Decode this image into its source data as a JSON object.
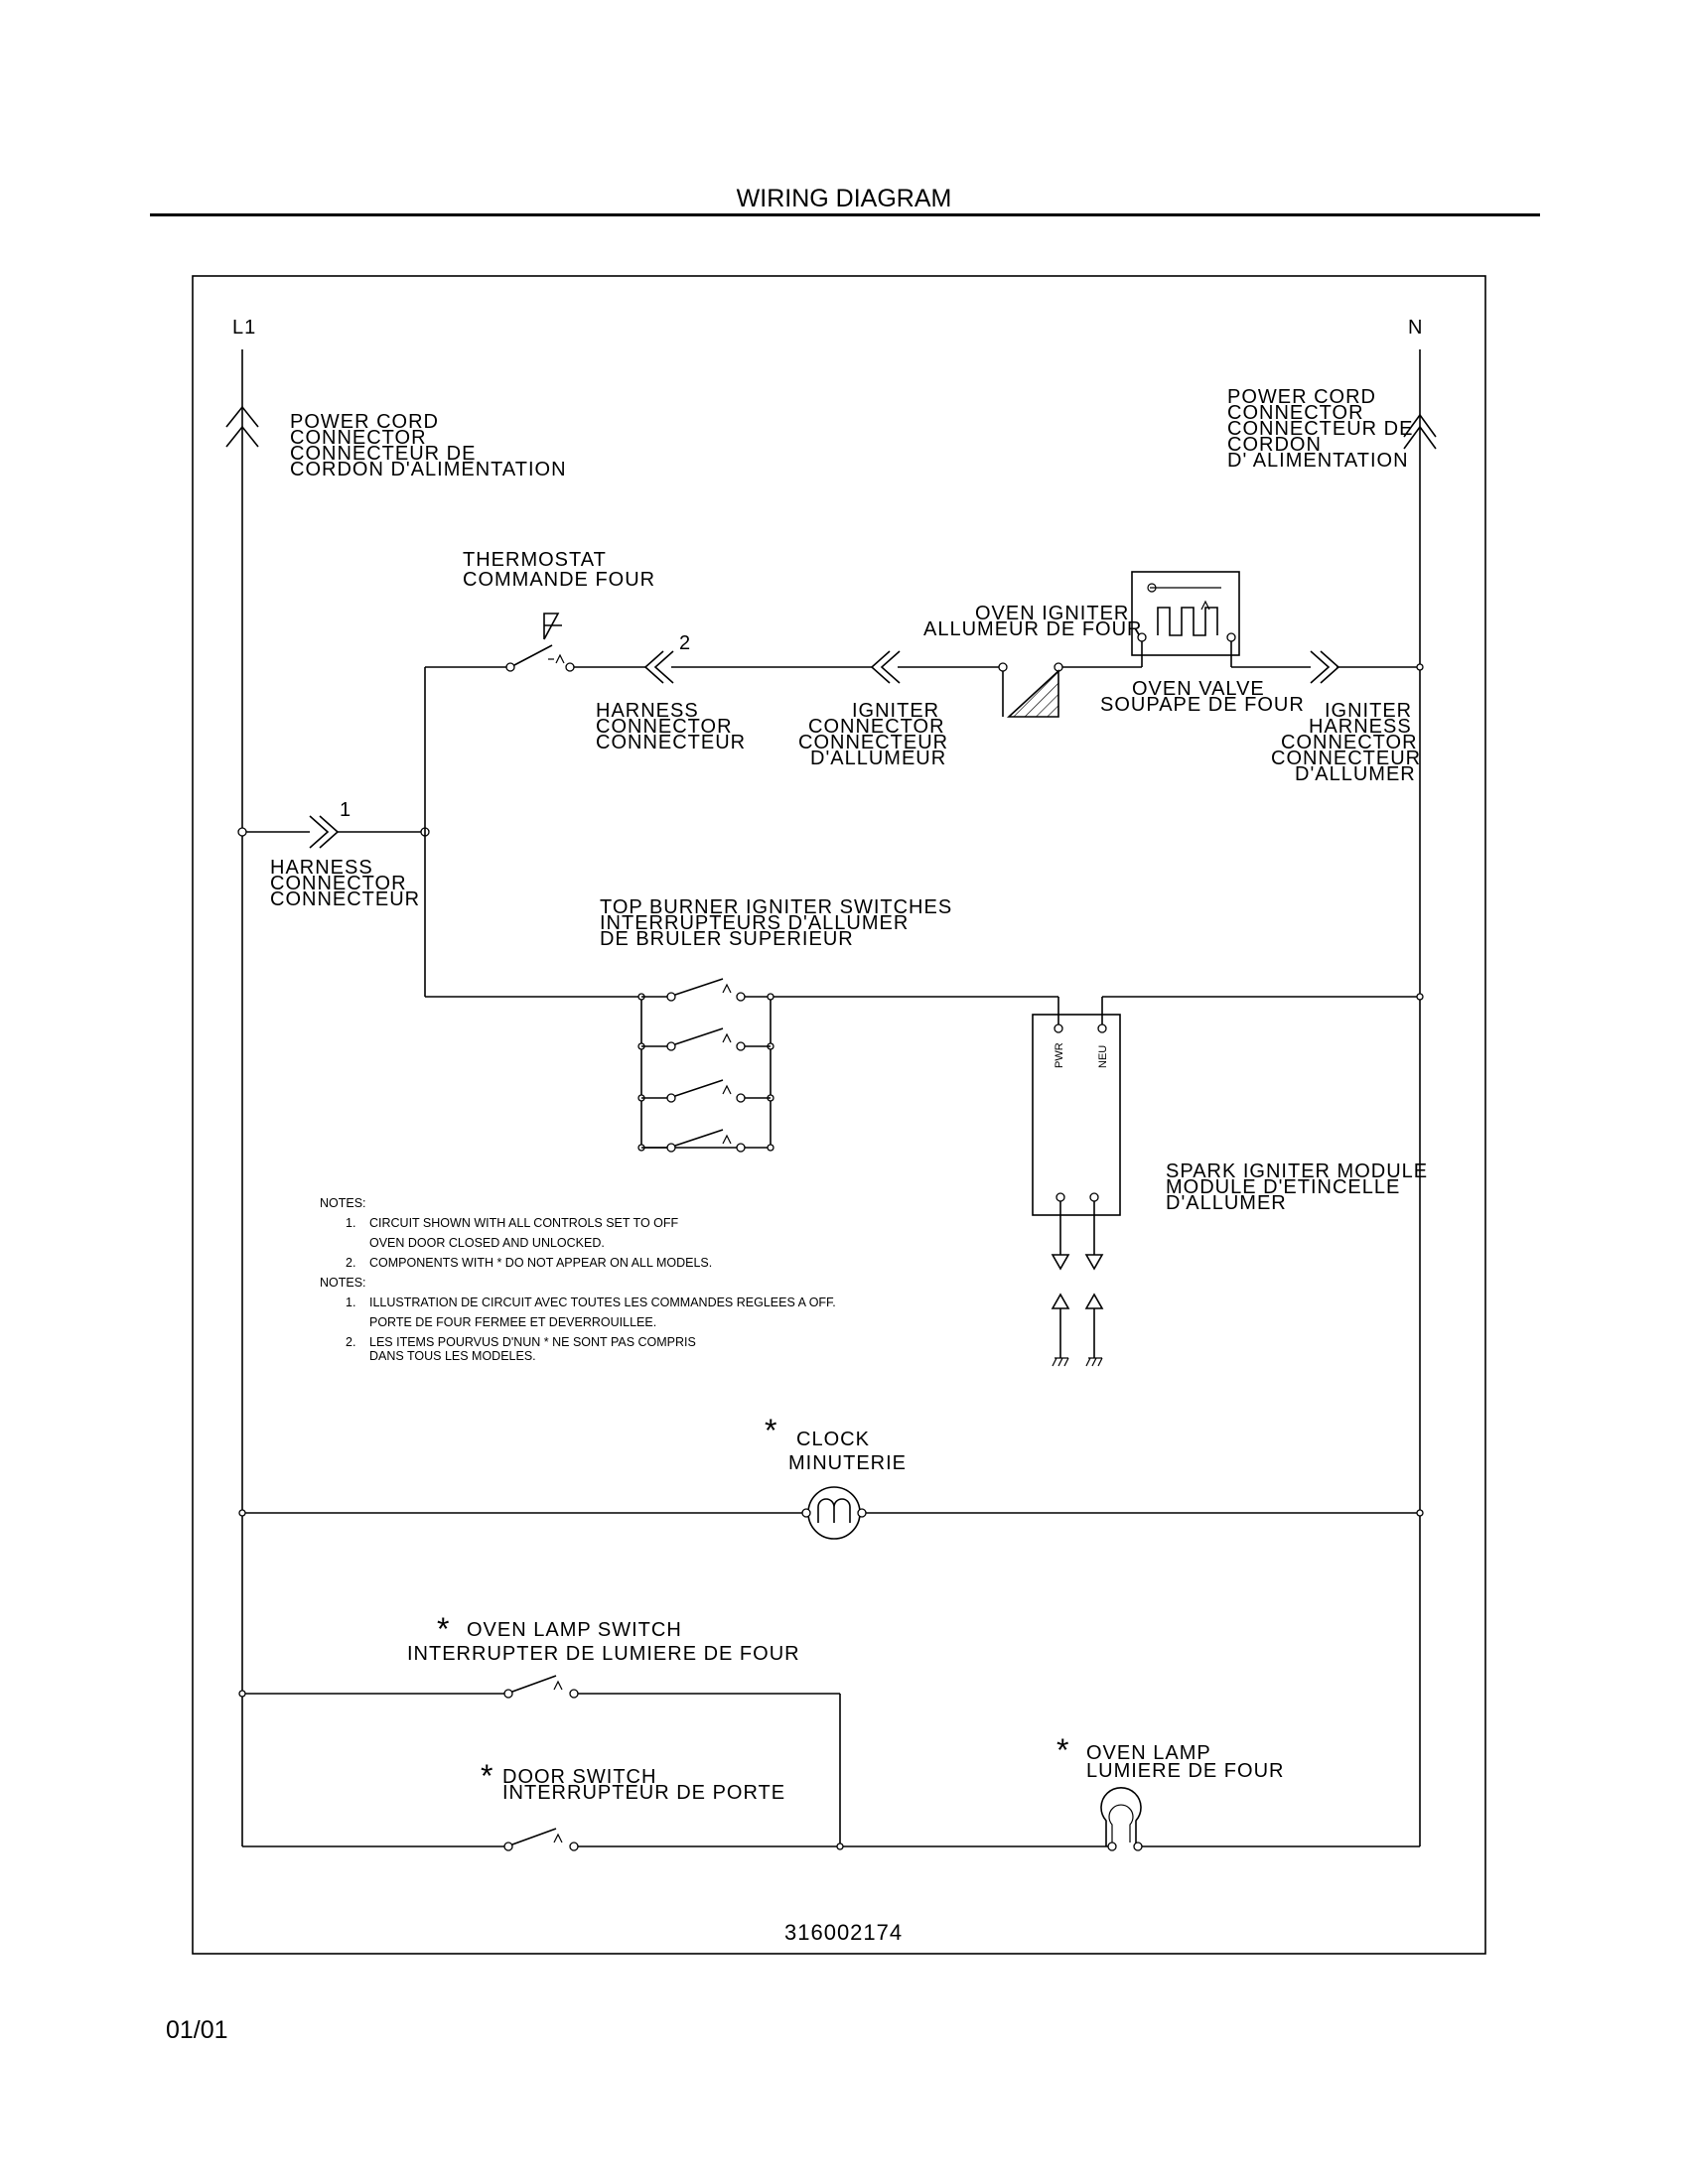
{
  "header": {
    "title": "WIRING DIAGRAM"
  },
  "footer": {
    "page_code": "01/01",
    "part_number": "316002174"
  },
  "terminals": {
    "l1": "L1",
    "n": "N"
  },
  "labels": {
    "power_cord_left": [
      "POWER CORD",
      "CONNECTOR",
      "CONNECTEUR DE",
      "CORDON D'ALIMENTATION"
    ],
    "power_cord_right": [
      "POWER CORD",
      "CONNECTOR",
      "CONNECTEUR DE",
      "CORDON",
      "D' ALIMENTATION"
    ],
    "thermostat": [
      "THERMOSTAT",
      "COMMANDE FOUR"
    ],
    "oven_igniter": [
      "OVEN IGNITER",
      "ALLUMEUR DE FOUR"
    ],
    "connector_2": "2",
    "harness_connector_top": [
      "HARNESS",
      "CONNECTOR",
      "CONNECTEUR"
    ],
    "igniter_connector": [
      "IGNITER",
      "CONNECTOR",
      "CONNECTEUR",
      "D'ALLUMEUR"
    ],
    "oven_valve": [
      "OVEN VALVE",
      "SOUPAPE DE FOUR"
    ],
    "igniter_harness_connector": [
      "IGNITER",
      "HARNESS",
      "CONNECTOR",
      "CONNECTEUR",
      "D'ALLUMER"
    ],
    "connector_1": "1",
    "harness_connector_left": [
      "HARNESS",
      "CONNECTOR",
      "CONNECTEUR"
    ],
    "top_burner_switches": [
      "TOP BURNER IGNITER SWITCHES",
      "INTERRUPTEURS D'ALLUMER",
      "DE BRULER SUPERIEUR"
    ],
    "module_pwr": "PWR",
    "module_neu": "NEU",
    "spark_module": [
      "SPARK IGNITER MODULE",
      "MODULE D'ETINCELLE",
      "D'ALLUMER"
    ],
    "clock": [
      "CLOCK",
      "MINUTERIE"
    ],
    "oven_lamp_switch": [
      "OVEN LAMP SWITCH",
      "INTERRUPTER DE LUMIERE DE FOUR"
    ],
    "door_switch": [
      "DOOR SWITCH",
      "INTERRUPTEUR DE PORTE"
    ],
    "oven_lamp": [
      "OVEN LAMP",
      "LUMIERE DE FOUR"
    ],
    "asterisk": "*"
  },
  "notes": {
    "english": {
      "heading": "NOTES:",
      "items": [
        {
          "num": "1.",
          "lines": [
            "CIRCUIT SHOWN WITH ALL CONTROLS SET TO OFF",
            "OVEN DOOR CLOSED AND UNLOCKED."
          ]
        },
        {
          "num": "2.",
          "lines": [
            "COMPONENTS WITH * DO NOT APPEAR ON ALL MODELS."
          ]
        }
      ]
    },
    "french": {
      "heading": "NOTES:",
      "items": [
        {
          "num": "1.",
          "lines": [
            "ILLUSTRATION DE CIRCUIT AVEC TOUTES LES COMMANDES REGLEES A OFF.",
            "PORTE DE FOUR FERMEE ET DEVERROUILLEE."
          ]
        },
        {
          "num": "2.",
          "lines": [
            "LES ITEMS POURVUS D'NUN * NE SONT PAS COMPRIS",
            "DANS TOUS LES MODELES."
          ]
        }
      ]
    }
  }
}
